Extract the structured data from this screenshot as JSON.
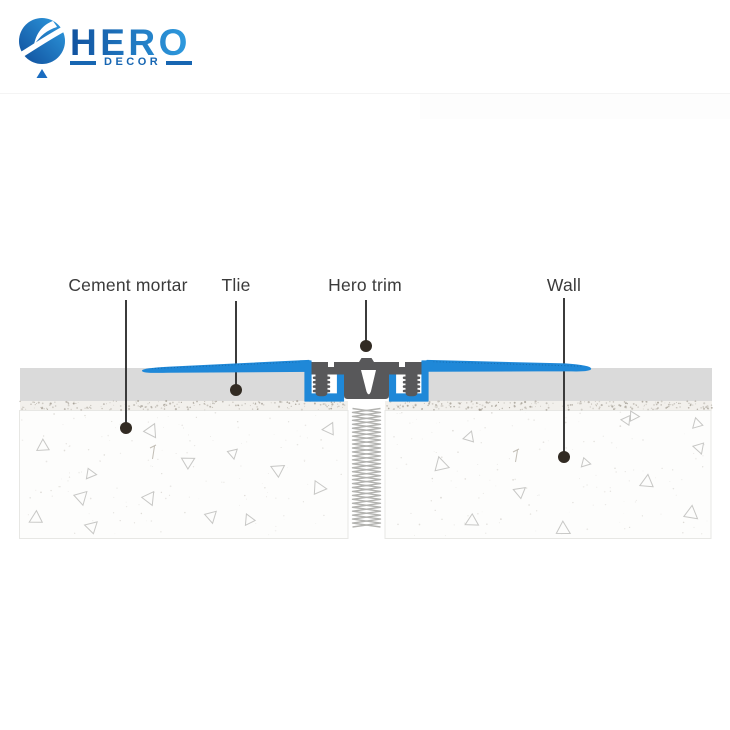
{
  "logo": {
    "brand": "HERO",
    "sub": "DECOR"
  },
  "diagram": {
    "labels": [
      {
        "id": "cement-mortar",
        "text": "Cement mortar"
      },
      {
        "id": "tile",
        "text": "Tlie"
      },
      {
        "id": "hero-trim",
        "text": "Hero trim"
      },
      {
        "id": "wall",
        "text": "Wall"
      }
    ],
    "colors": {
      "accent_blue": "#1f88d8",
      "trim_dark": "#58585a",
      "band_gray": "#dadada",
      "label_text": "#3b3b3b",
      "leader_dot": "#322b23",
      "logo_blue": "#1766b2",
      "logo_gradient_start": "#0f4d9b",
      "logo_gradient_end": "#2f9ce0"
    }
  }
}
